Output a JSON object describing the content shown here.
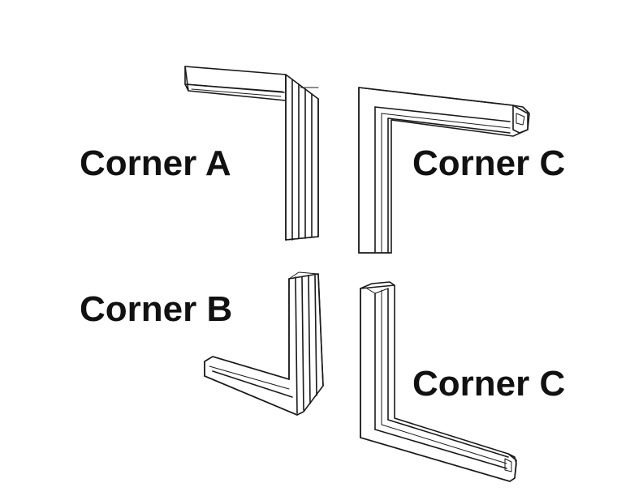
{
  "corners": [
    {
      "id": "a",
      "label": "Corner A"
    },
    {
      "id": "b",
      "label": "Corner B"
    },
    {
      "id": "c1",
      "label": "Corner C"
    },
    {
      "id": "c2",
      "label": "Corner C"
    }
  ],
  "colors": {
    "line": "#1a1a1a",
    "text": "#111111",
    "background": "#ffffff"
  }
}
